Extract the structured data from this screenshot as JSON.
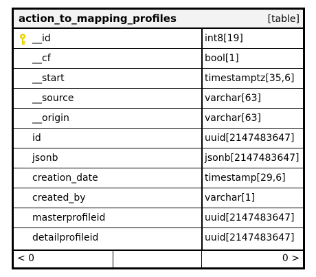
{
  "table": {
    "name": "action_to_mapping_profiles",
    "kind": "[table]",
    "columns": [
      {
        "name": "__id",
        "type": "int8[19]",
        "primary_key": true
      },
      {
        "name": "__cf",
        "type": "bool[1]"
      },
      {
        "name": "__start",
        "type": "timestamptz[35,6]"
      },
      {
        "name": "__source",
        "type": "varchar[63]"
      },
      {
        "name": "__origin",
        "type": "varchar[63]"
      },
      {
        "name": "id",
        "type": "uuid[2147483647]"
      },
      {
        "name": "jsonb",
        "type": "jsonb[2147483647]"
      },
      {
        "name": "creation_date",
        "type": "timestamp[29,6]"
      },
      {
        "name": "created_by",
        "type": "varchar[1]"
      },
      {
        "name": "masterprofileid",
        "type": "uuid[2147483647]"
      },
      {
        "name": "detailprofileid",
        "type": "uuid[2147483647]"
      }
    ],
    "footer": {
      "prev": "< 0",
      "next": "0 >"
    }
  },
  "colors": {
    "key_icon": "#e8d400",
    "header_bg": "#f3f3f3",
    "border": "#000000"
  }
}
